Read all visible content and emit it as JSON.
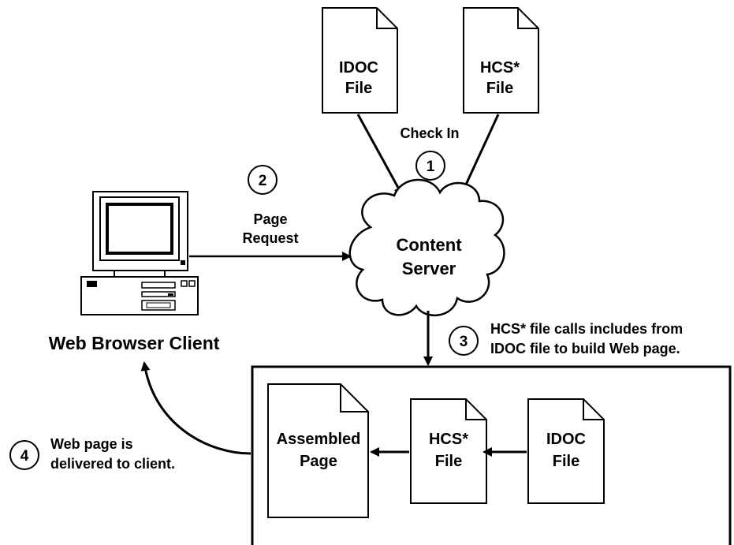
{
  "top_files": {
    "idoc": {
      "line1": "IDOC",
      "line2": "File"
    },
    "hcs": {
      "line1": "HCS*",
      "line2": "File"
    }
  },
  "steps": {
    "one": {
      "number": "1",
      "text": "Check In"
    },
    "two": {
      "number": "2",
      "line1": "Page",
      "line2": "Request"
    },
    "three": {
      "number": "3",
      "line1": "HCS* file calls includes from",
      "line2": "IDOC file to build Web page."
    },
    "four": {
      "number": "4",
      "line1": "Web page is",
      "line2": "delivered to client."
    }
  },
  "server": {
    "line1": "Content",
    "line2": "Server"
  },
  "client": {
    "label": "Web Browser Client"
  },
  "bottom_files": {
    "assembled": {
      "line1": "Assembled",
      "line2": "Page"
    },
    "hcs": {
      "line1": "HCS*",
      "line2": "File"
    },
    "idoc": {
      "line1": "IDOC",
      "line2": "File"
    }
  }
}
